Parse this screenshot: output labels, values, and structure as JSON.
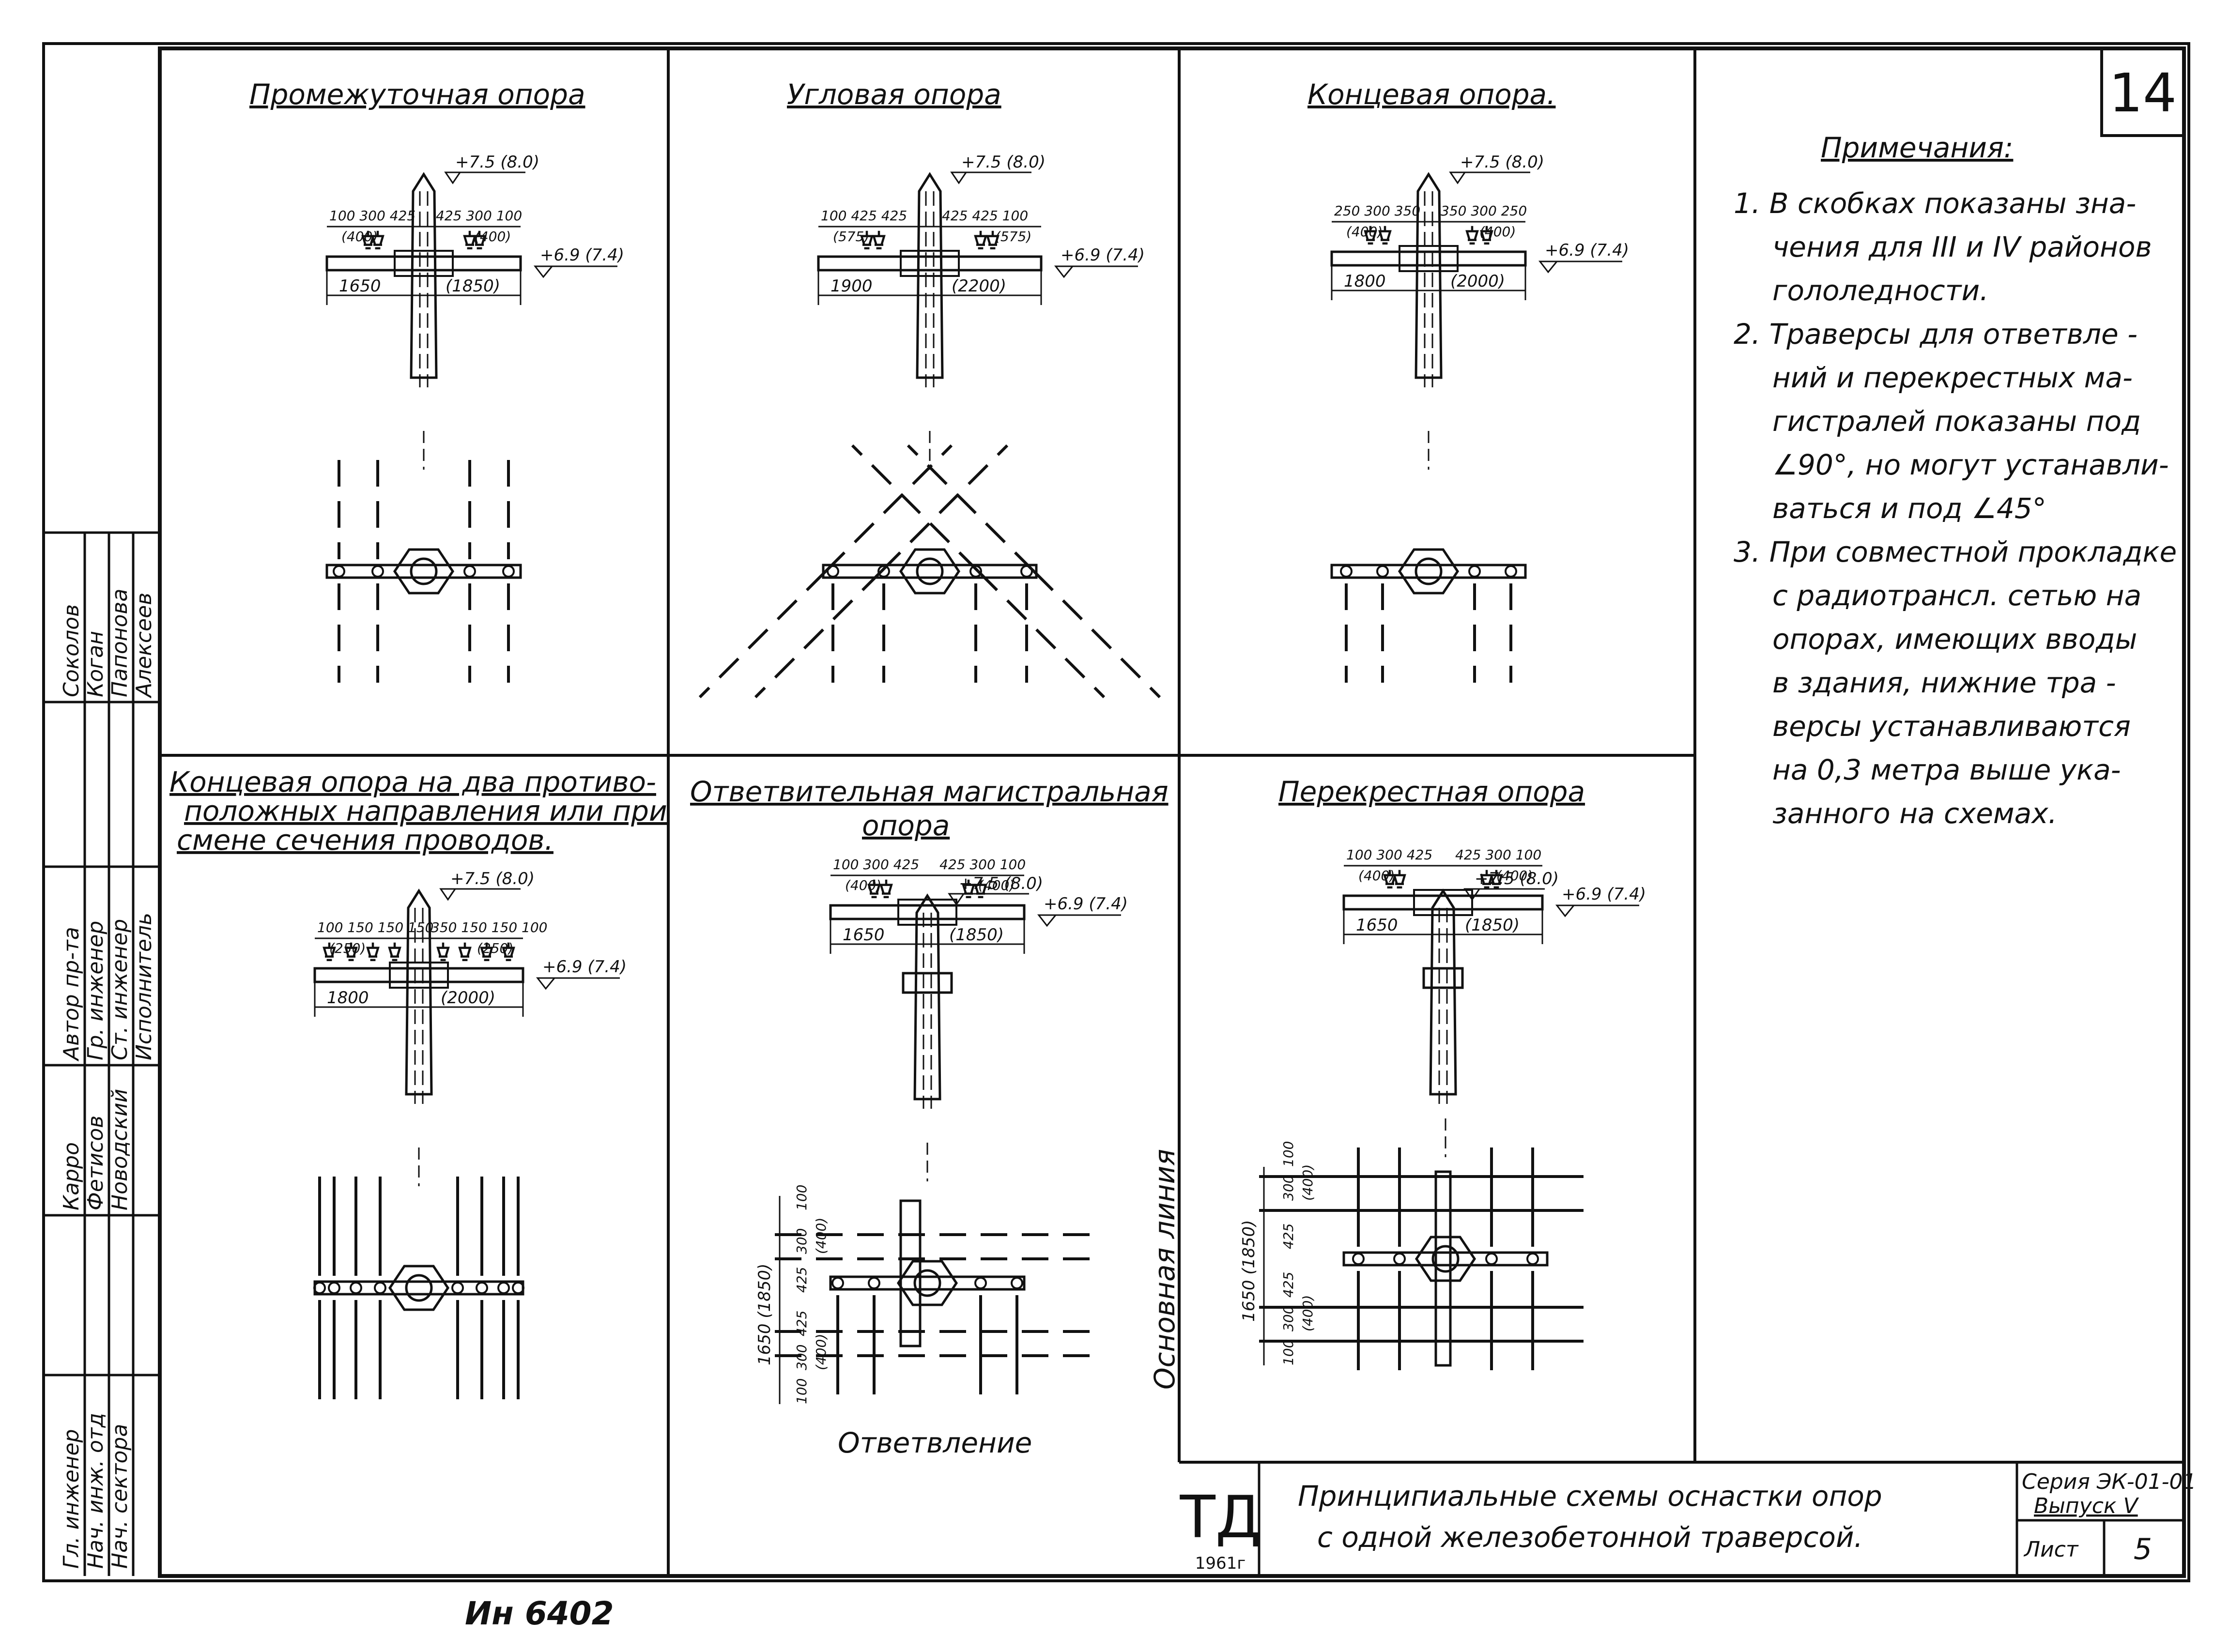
{
  "sheet_number": "14",
  "notes": {
    "title": "Примечания:",
    "lines": [
      "1.  В скобках показаны зна-",
      "чения для III и IV районов",
      "гололедности.",
      "2.  Траверсы для ответвле -",
      "ний и перекрестных ма-",
      "гистралей показаны под",
      "∠90°, но могут устанавли-",
      "ваться и под ∠45°",
      "3.  При совместной прокладке",
      "с радиотрансл. сетью на",
      "опорах, имеющих вводы",
      "в здания, нижние тра -",
      "версы устанавливаются",
      "на 0,3 метра выше ука-",
      "занного на схемах."
    ]
  },
  "panels": {
    "p1": {
      "title": "Промежуточная опора",
      "elev_top": "+7.5 (8.0)",
      "elev_trav": "+6.9 (7.4)",
      "d1": "100 300 425",
      "d2": "425 300 100",
      "d3": "(400)",
      "d4": "(400)",
      "w1": "1650",
      "w2": "(1850)"
    },
    "p2": {
      "title": "Угловая опора",
      "elev_top": "+7.5 (8.0)",
      "elev_trav": "+6.9 (7.4)",
      "d1": "100 425 425",
      "d2": "425 425 100",
      "d3": "(575)",
      "d4": "(575)",
      "w1": "1900",
      "w2": "(2200)"
    },
    "p3": {
      "title": "Концевая опора.",
      "elev_top": "+7.5 (8.0)",
      "elev_trav": "+6.9 (7.4)",
      "d1": "250 300 350",
      "d2": "350 300 250",
      "d3": "(400)",
      "d4": "(400)",
      "w1": "1800",
      "w2": "(2000)"
    },
    "p4": {
      "title_l1": "Концевая опора на два противо-",
      "title_l2": "положных направления или при",
      "title_l3": "смене сечения проводов.",
      "elev_top": "+7.5 (8.0)",
      "elev_trav": "+6.9 (7.4)",
      "d1": "100 150 150 150",
      "d2": "350 150 150 100",
      "d3": "(250)",
      "d4": "(250)",
      "w1": "1800",
      "w2": "(2000)"
    },
    "p5": {
      "title_l1": "Ответвительная магистральная",
      "title_l2": "опора",
      "elev_top": "+7.5 (8.0)",
      "elev_trav": "+6.9 (7.4)",
      "d1": "100 300 425",
      "d2": "425 300 100",
      "d3": "(400)",
      "d4": "(400)",
      "w1": "1650",
      "w2": "(1850)",
      "vdim": "1650 (1850)",
      "side_label": "Основная линия",
      "bottom_label": "Ответвление",
      "vd_a": "100",
      "vd_b": "300",
      "vd_c": "425",
      "vd_d": "425",
      "vd_e": "300",
      "vd_f": "100",
      "vd_g": "(400)",
      "vd_h": "(400)"
    },
    "p6": {
      "title": "Перекрестная опора",
      "elev_top": "+7.5 (8.0)",
      "elev_trav": "+6.9 (7.4)",
      "d1": "100 300 425",
      "d2": "425 300 100",
      "d3": "(400)",
      "d4": "(400)",
      "w1": "1650",
      "w2": "(1850)",
      "vdim": "1650 (1850)",
      "vd_a": "100",
      "vd_b": "300",
      "vd_c": "425",
      "vd_d": "425",
      "vd_e": "300",
      "vd_f": "100",
      "vd_g": "(400)",
      "vd_h": "(400)"
    }
  },
  "stamp": {
    "roles": [
      "Гл. инженер",
      "Нач. инж. отд",
      "Нач. сектора",
      "Автор пр-та",
      "Гр. инженер",
      "Ст. инженер",
      "Исполнитель"
    ],
    "names": [
      "Карро",
      "Фетисов",
      "Новодский",
      "Соколов",
      "Коган",
      "Папонова",
      "Алексеев"
    ],
    "org": "ТД",
    "year": "1961г",
    "title_l1": "Принципиальные схемы оснастки опор",
    "title_l2": "с одной железобетонной траверсой.",
    "series": "Серия ЭК-01-01",
    "issue": "Выпуск V",
    "sheet_label": "Лист",
    "sheet_no": "5"
  },
  "inventory": "Ин 6402"
}
